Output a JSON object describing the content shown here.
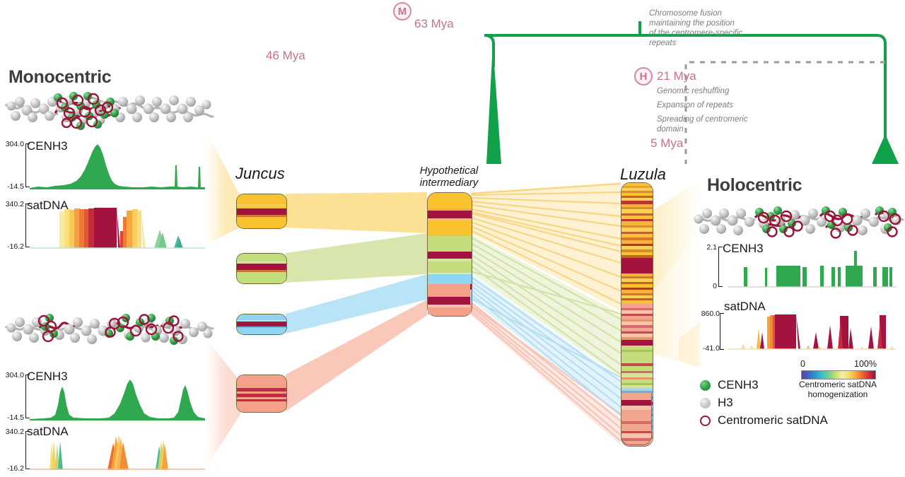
{
  "figure": {
    "domain": "Diagram",
    "subject": "Evolution of centromere organization from monocentric Juncus to holocentric Luzula"
  },
  "left_panel": {
    "title": "Monocentric",
    "tracks": [
      {
        "name": "CENH3",
        "ymax": "304.0",
        "ymin": "-14.5"
      },
      {
        "name": "satDNA",
        "ymax": "340.2",
        "ymin": "-16.2"
      }
    ]
  },
  "lower_left_panel": {
    "tracks": [
      {
        "name": "CENH3",
        "ymax": "304.0",
        "ymin": "-14.5"
      },
      {
        "name": "satDNA",
        "ymax": "340.2",
        "ymin": "-16.2"
      }
    ]
  },
  "right_panel": {
    "title": "Holocentric",
    "tracks": [
      {
        "name": "CENH3",
        "ymax": "2.1",
        "ymin": "0"
      },
      {
        "name": "satDNA",
        "ymax": "860.0",
        "ymin": "-41.0"
      }
    ]
  },
  "tree": {
    "nodes": [
      {
        "id": "M",
        "letter": "M",
        "age": "63 Mya"
      },
      {
        "id": "H",
        "letter": "H",
        "age": "21 Mya"
      }
    ],
    "branch_ages": [
      {
        "id": "juncus",
        "age": "46 Mya"
      },
      {
        "id": "luzula",
        "age": "5 Mya"
      }
    ],
    "annotations": {
      "fusion": "Chromosome fusion\nmaintaining the position\nof the centromere-specific\nrepeats",
      "events": [
        "Genomic reshuffling",
        "Expansion of repeats",
        "Spreading of centromeric\ndomain"
      ]
    }
  },
  "karyotypes": {
    "juncus_label": "Juncus",
    "intermediary_label": "Hypothetical\nintermediary",
    "luzula_label": "Luzula",
    "juncus_chromosomes": [
      {
        "color": "#f9c22e",
        "name": "chromosome-yellow"
      },
      {
        "color": "#c3dc7c",
        "name": "chromosome-green"
      },
      {
        "color": "#8fd4f2",
        "name": "chromosome-blue"
      },
      {
        "color": "#f5a18a",
        "name": "chromosome-salmon"
      }
    ],
    "centromere_color": "#a4123f"
  },
  "legend": {
    "items": [
      {
        "icon": "cenh3-dot",
        "label": "CENH3"
      },
      {
        "icon": "h3-dot",
        "label": "H3"
      },
      {
        "icon": "satdna-ring",
        "label": "Centromeric satDNA"
      }
    ],
    "colorbar": {
      "min": "0",
      "max": "100%",
      "caption": "Centromeric satDNA\nhomogenization"
    }
  },
  "colors": {
    "green_tree": "#11a14a",
    "pink_node": "#c9718f",
    "crimson": "#a4123f",
    "cenh3_green": "#2fa84f",
    "grey_note": "#7e7e7e"
  }
}
